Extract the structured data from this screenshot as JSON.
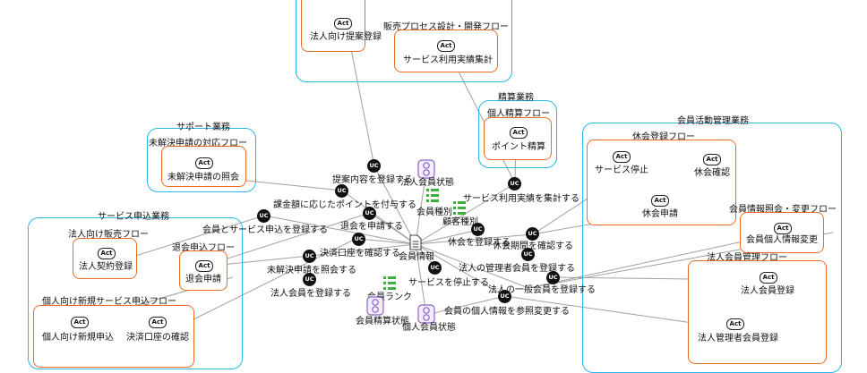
{
  "act_tag": "Act",
  "uc_tag": "UC",
  "groups": {
    "top": {
      "flow_title": "販売プロセス設計・開発フロー",
      "act1": "法人向け提案登録",
      "act2": "サービス利用実績集計"
    },
    "seisan": {
      "title": "精算業務",
      "flow_title": "個人精算フロー",
      "act1": "ポイント精算"
    },
    "support": {
      "title": "サポート業務",
      "flow_title": "未解決申請の対応フロー",
      "act1": "未解決申請の照会"
    },
    "service": {
      "title": "サービス申込業務",
      "flow1_title": "法人向け販売フロー",
      "flow1_act": "法人契約登録",
      "flow2_title": "退会申込フロー",
      "flow2_act": "退会申請",
      "flow3_title": "個人向け新規サービス申込フロー",
      "flow3_act1": "個人向け新規申込",
      "flow3_act2": "決済口座の確認"
    },
    "member": {
      "title": "会員活動管理業務",
      "flow1_title": "休会登録フロー",
      "flow1_act1": "サービス停止",
      "flow1_act2": "休会確認",
      "flow1_act3": "休会申請",
      "flow2_title": "会員情報照会・変更フロー",
      "flow2_act": "会員個人情報変更",
      "flow3_title": "法人会員管理フロー",
      "flow3_act1": "法人会員登録",
      "flow3_act2": "法人管理者会員登録"
    }
  },
  "usecases": {
    "uc1": "提案内容を登録する",
    "uc2": "課金額に応じたポイントを付与する",
    "uc3": "会員とサービス申込を登録する",
    "uc4": "退会を申請する",
    "uc5": "決済口座を確認する",
    "uc6": "未解決申請を照会する",
    "uc7": "法人会員を登録する",
    "uc8": "サービス利用実績を集計する",
    "uc9": "休会を登録する",
    "uc10": "休会期間を確認する",
    "uc11": "法人の管理者会員を登録する",
    "uc12": "サービスを停止する",
    "uc13": "法人の一般会員を登録する",
    "uc14": "会員の個人情報を参照変更する"
  },
  "entities": {
    "hojin_state": "法人会員状態",
    "member_type": "会員種別",
    "customer_type": "顧客種別",
    "member_info": "会員情報",
    "member_rank": "会員ランク",
    "seisan_state": "会員精算状態",
    "personal_state": "個人会員状態"
  },
  "colors": {
    "group_border": "#29b6e8",
    "flow_border": "#ee6a23",
    "line": "#9a9a9a",
    "entity_purple": "#8e63c9",
    "entity_green": "#3fae3b"
  }
}
